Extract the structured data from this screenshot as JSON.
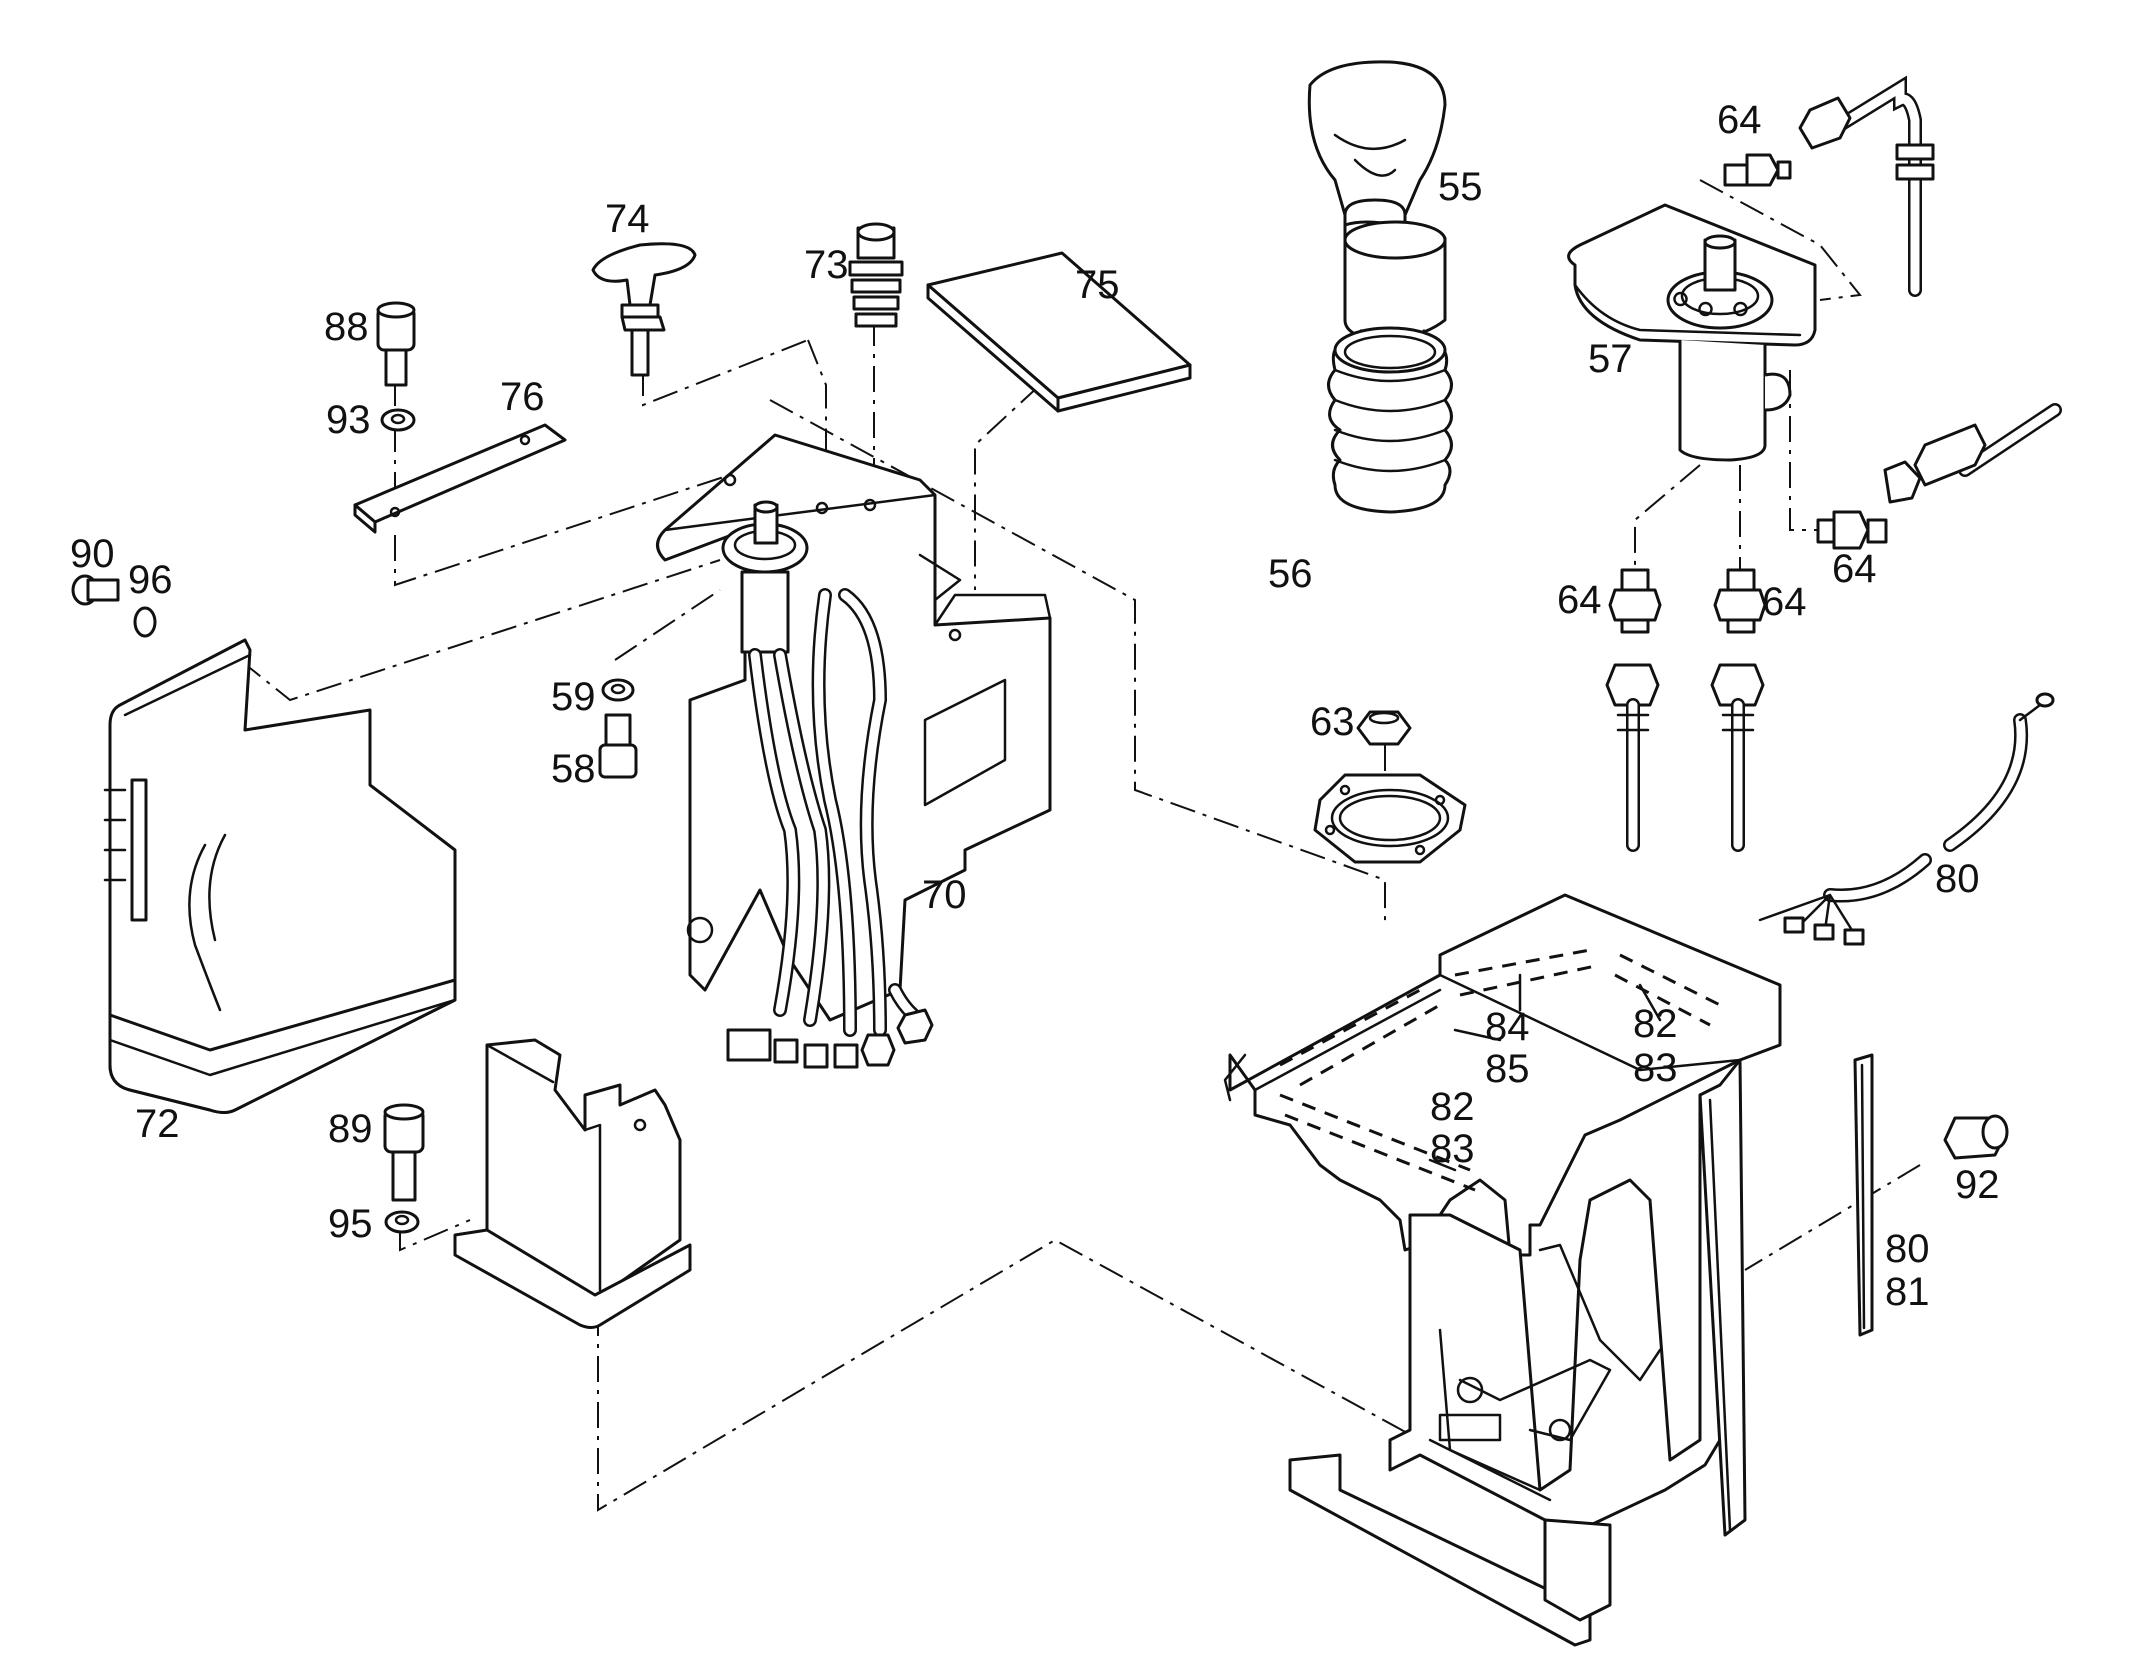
{
  "callouts": [
    {
      "id": "55",
      "text": "55"
    },
    {
      "id": "64a",
      "text": "64"
    },
    {
      "id": "74",
      "text": "74"
    },
    {
      "id": "73",
      "text": "73"
    },
    {
      "id": "75",
      "text": "75"
    },
    {
      "id": "88",
      "text": "88"
    },
    {
      "id": "57",
      "text": "57"
    },
    {
      "id": "76",
      "text": "76"
    },
    {
      "id": "93",
      "text": "93"
    },
    {
      "id": "56",
      "text": "56"
    },
    {
      "id": "64b",
      "text": "64"
    },
    {
      "id": "90",
      "text": "90"
    },
    {
      "id": "96",
      "text": "96"
    },
    {
      "id": "64c",
      "text": "64"
    },
    {
      "id": "64d",
      "text": "64"
    },
    {
      "id": "59",
      "text": "59"
    },
    {
      "id": "63",
      "text": "63"
    },
    {
      "id": "58",
      "text": "58"
    },
    {
      "id": "80a",
      "text": "80"
    },
    {
      "id": "70",
      "text": "70"
    },
    {
      "id": "84",
      "text": "84"
    },
    {
      "id": "85",
      "text": "85"
    },
    {
      "id": "82a",
      "text": "82"
    },
    {
      "id": "83a",
      "text": "83"
    },
    {
      "id": "82b",
      "text": "82"
    },
    {
      "id": "83b",
      "text": "83"
    },
    {
      "id": "72",
      "text": "72"
    },
    {
      "id": "89",
      "text": "89"
    },
    {
      "id": "92",
      "text": "92"
    },
    {
      "id": "95",
      "text": "95"
    },
    {
      "id": "80b",
      "text": "80"
    },
    {
      "id": "81",
      "text": "81"
    }
  ]
}
